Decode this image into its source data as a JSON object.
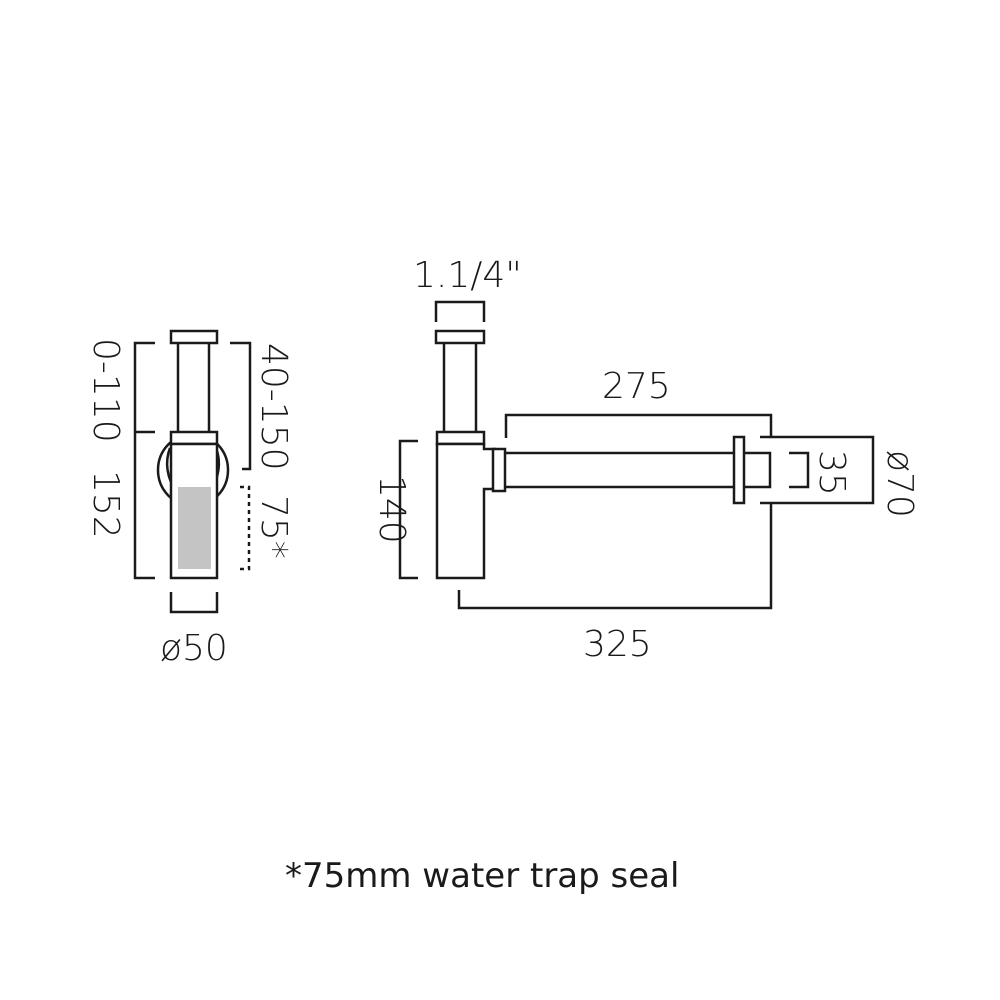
{
  "diagram": {
    "type": "technical drawing",
    "subject": "bottle trap",
    "line_color": "#1a1a1a",
    "water_fill_color": "#c4c4c4",
    "side_view": {
      "dim_tail_adjust": "0-110",
      "dim_body_height": "152",
      "dim_tube_range": "40-150",
      "dim_water_seal": "75*",
      "dim_diameter": "ø50"
    },
    "front_view": {
      "dim_inlet": "1.1/4\"",
      "dim_outlet_length": "275",
      "dim_overall_length": "325",
      "dim_body_height": "140",
      "dim_outlet_pipe": "35",
      "dim_flange": "ø70"
    },
    "footnote": "*75mm water trap seal"
  }
}
